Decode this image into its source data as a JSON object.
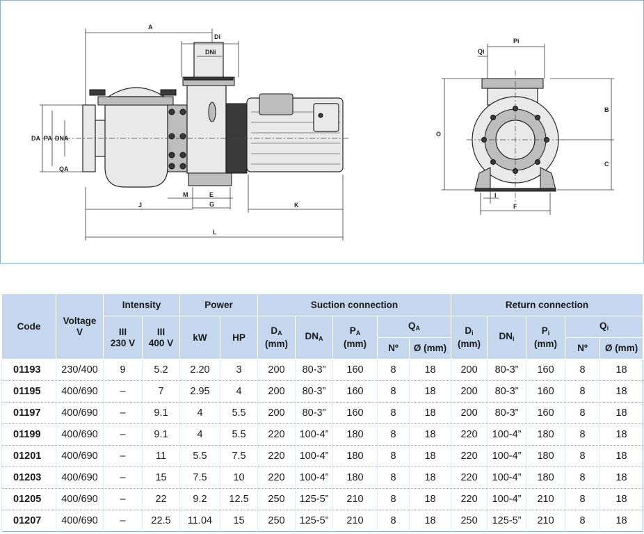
{
  "drawing": {
    "side_labels": {
      "A": "A",
      "Di": "Di",
      "DNi": "DNi",
      "DA": "DA",
      "PA": "PA",
      "DNA": "DNA",
      "QA": "QA",
      "M": "M",
      "E": "E",
      "G": "G",
      "J": "J",
      "K": "K",
      "L": "L"
    },
    "end_labels": {
      "Pi": "Pi",
      "Qi": "Qi",
      "O": "O",
      "B": "B",
      "C": "C",
      "I": "I",
      "F": "F"
    }
  },
  "table": {
    "headers": {
      "code": "Code",
      "voltage": "Voltage",
      "voltage_unit": "V",
      "intensity": "Intensity",
      "intensity_230_a": "III",
      "intensity_230_b": "230 V",
      "intensity_400_a": "III",
      "intensity_400_b": "400 V",
      "power": "Power",
      "kw": "kW",
      "hp": "HP",
      "suction": "Suction connection",
      "return": "Return connection",
      "da_main": "D",
      "da_sub": "A",
      "da_unit": "(mm)",
      "dna_main": "DN",
      "dna_sub": "A",
      "pa_main": "P",
      "pa_sub": "A",
      "pa_unit": "(mm)",
      "qa_main": "Q",
      "qa_sub": "A",
      "qa_n": "Nº",
      "qa_d": "Ø (mm)",
      "di_main": "D",
      "di_sub": "i",
      "di_unit": "(mm)",
      "dni_main": "DN",
      "dni_sub": "i",
      "pi_main": "P",
      "pi_sub": "i",
      "pi_unit": "(mm)",
      "qi_main": "Q",
      "qi_sub": "i",
      "qi_n": "Nº",
      "qi_d": "Ø (mm)"
    },
    "rows": [
      [
        "01193",
        "230/400",
        "9",
        "5.2",
        "2.20",
        "3",
        "200",
        "80-3”",
        "160",
        "8",
        "18",
        "200",
        "80-3”",
        "160",
        "8",
        "18"
      ],
      [
        "01195",
        "400/690",
        "–",
        "7",
        "2.95",
        "4",
        "200",
        "80-3”",
        "160",
        "8",
        "18",
        "200",
        "80-3”",
        "160",
        "8",
        "18"
      ],
      [
        "01197",
        "400/690",
        "–",
        "9.1",
        "4",
        "5.5",
        "200",
        "80-3”",
        "160",
        "8",
        "18",
        "200",
        "80-3”",
        "160",
        "8",
        "18"
      ],
      [
        "01199",
        "400/690",
        "–",
        "9.1",
        "4",
        "5.5",
        "220",
        "100-4”",
        "180",
        "8",
        "18",
        "220",
        "100-4”",
        "180",
        "8",
        "18"
      ],
      [
        "01201",
        "400/690",
        "–",
        "11",
        "5.5",
        "7.5",
        "220",
        "100-4”",
        "180",
        "8",
        "18",
        "220",
        "100-4”",
        "180",
        "8",
        "18"
      ],
      [
        "01203",
        "400/690",
        "–",
        "15",
        "7.5",
        "10",
        "220",
        "100-4”",
        "180",
        "8",
        "18",
        "220",
        "100-4”",
        "180",
        "8",
        "18"
      ],
      [
        "01205",
        "400/690",
        "–",
        "22",
        "9.2",
        "12.5",
        "250",
        "125-5”",
        "210",
        "8",
        "18",
        "220",
        "100-4”",
        "210",
        "8",
        "18"
      ],
      [
        "01207",
        "400/690",
        "–",
        "22.5",
        "11.04",
        "15",
        "250",
        "125-5”",
        "210",
        "8",
        "18",
        "250",
        "125-5”",
        "210",
        "8",
        "18"
      ]
    ]
  }
}
